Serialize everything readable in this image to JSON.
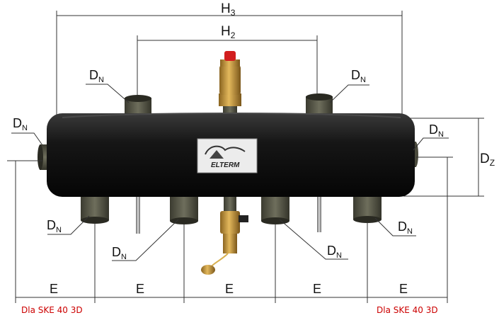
{
  "dimensions": {
    "h3": "H",
    "h3_sub": "3",
    "h2": "H",
    "h2_sub": "2",
    "dz": "D",
    "dz_sub": "Z",
    "dn": "D",
    "dn_sub": "N",
    "e": "E"
  },
  "logo": {
    "text": "ELTERM"
  },
  "notes": {
    "left": "Dla SKE 40 3D",
    "right": "Dla SKE 40 3D"
  },
  "colors": {
    "body": "#111111",
    "pipe": "#5a5a48",
    "valve": "#b88a2e",
    "cap": "#d21e1e",
    "note": "#cc0000"
  }
}
